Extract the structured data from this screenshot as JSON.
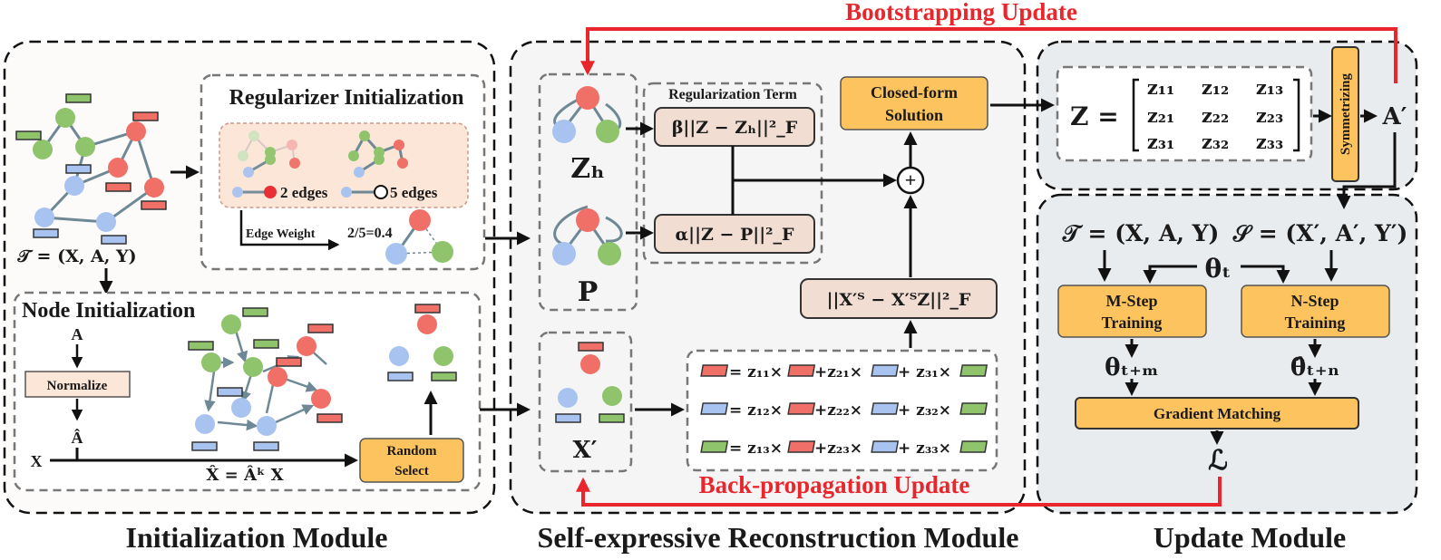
{
  "title_top": "Bootstrapping Update",
  "title_bottom": "Back-propagation Update",
  "modules": {
    "init": "Initialization Module",
    "recon": "Self-expressive Reconstruction Module",
    "update": "Update Module"
  },
  "reg_init": {
    "title": "Regularizer Initialization",
    "edges2": "2 edges",
    "edges5": "5 edges",
    "edge_weight": "Edge Weight",
    "ratio": "2/5=0.4"
  },
  "node_init": {
    "title": "Node Initialization",
    "a": "A",
    "normalize": "Normalize",
    "ahat": "Â",
    "x": "X",
    "xhat_eq": "X̂ = Âᵏ X",
    "random_select_1": "Random",
    "random_select_2": "Select"
  },
  "graph_T": "𝒯 = (X, A, Y)",
  "recon": {
    "zh": "Zₕ",
    "p": "P",
    "xprime": "X′",
    "reg_term": "Regularization Term",
    "beta_term": "β||Z − Zₕ||²_F",
    "alpha_term": "α||Z − P||²_F",
    "closed_form_1": "Closed-form",
    "closed_form_2": "Solution",
    "recon_term": "||X′ᵀ − X′ᵀZ||²_F",
    "plus": "+",
    "lin_rows": [
      [
        "= z₁₁×",
        "+z₂₁×",
        "+ z₃₁×"
      ],
      [
        "= z₁₂×",
        "+z₂₂×",
        "+ z₃₂×"
      ],
      [
        "= z₁₃×",
        "+z₂₃×",
        "+ z₃₃×"
      ]
    ]
  },
  "update": {
    "z_label": "Z =",
    "matrix": [
      [
        "z₁₁",
        "z₁₂",
        "z₁₃"
      ],
      [
        "z₂₁",
        "z₂₂",
        "z₂₃"
      ],
      [
        "z₃₁",
        "z₃₂",
        "z₃₃"
      ]
    ],
    "symmetrizing": "Symmetrizing",
    "aprime": "A′",
    "T_def": "𝒯 = (X, A, Y)",
    "S_def": "𝒮 = (X′, A′, Y′)",
    "theta_t": "θₜ",
    "mstep_1": "M-Step",
    "mstep_2": "Training",
    "nstep_1": "N-Step",
    "nstep_2": "Training",
    "theta_tm": "θₜ₊ₘ",
    "theta_tn": "θ̂ₜ₊ₙ",
    "grad_match": "Gradient Matching",
    "loss": "ℒ"
  },
  "colors": {
    "red_node": "#f07068",
    "green_node": "#8fc46c",
    "blue_node": "#a8c3f0",
    "accent_red": "#e8262b",
    "orange_box": "#fdc35e",
    "term_box": "#f2ddd3"
  }
}
